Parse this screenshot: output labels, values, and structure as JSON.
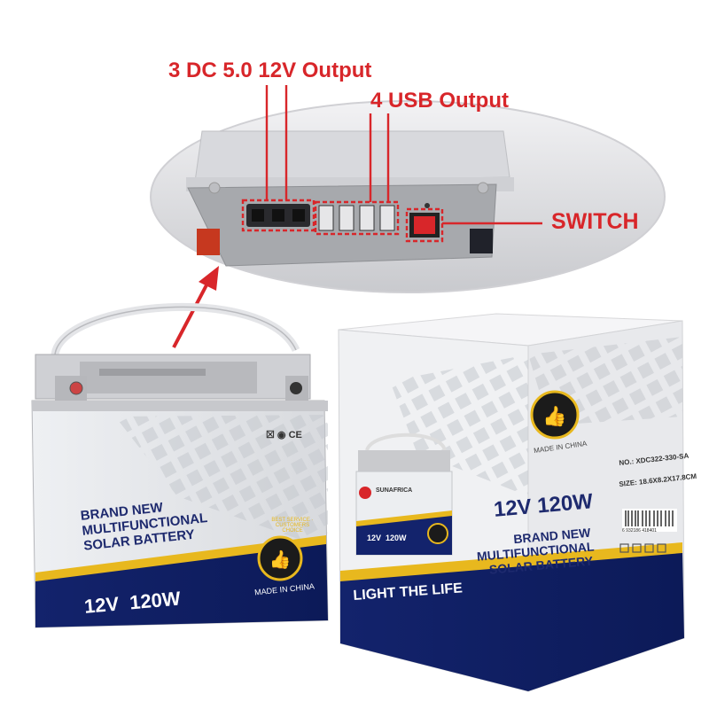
{
  "callouts": {
    "dc_output": "3 DC 5.0 12V Output",
    "usb_output": "4 USB Output",
    "switch": "SWITCH"
  },
  "battery": {
    "heading_line1": "BRAND NEW",
    "heading_line2": "MULTIFUNCTIONAL",
    "heading_line3": "SOLAR BATTERY",
    "spec": "12V  120W",
    "made_in": "MADE IN CHINA",
    "badge_text": "BEST SERVICE · CUSTOMERS CHOICE",
    "cert_marks": "☒ ◉ CE"
  },
  "box": {
    "spec": "12V 120W",
    "heading_line1": "BRAND NEW",
    "heading_line2": "MULTIFUNCTIONAL",
    "heading_line3": "SOLAR BATTERY",
    "slogan": "LIGHT THE LIFE",
    "model_no": "NO.: XDC322-330-SA",
    "size": "SIZE: 18.6X8.2X17.8CM",
    "made_in": "MADE IN CHINA",
    "mini_spec": "12V  120W",
    "mini_brand": "SUNAFRICA",
    "barcode_digits": "6 932186 418401"
  },
  "colors": {
    "callout_red": "#d8262a",
    "navy": "#10206a",
    "gold": "#e8b81e",
    "battery_gray": "#d9dade"
  }
}
